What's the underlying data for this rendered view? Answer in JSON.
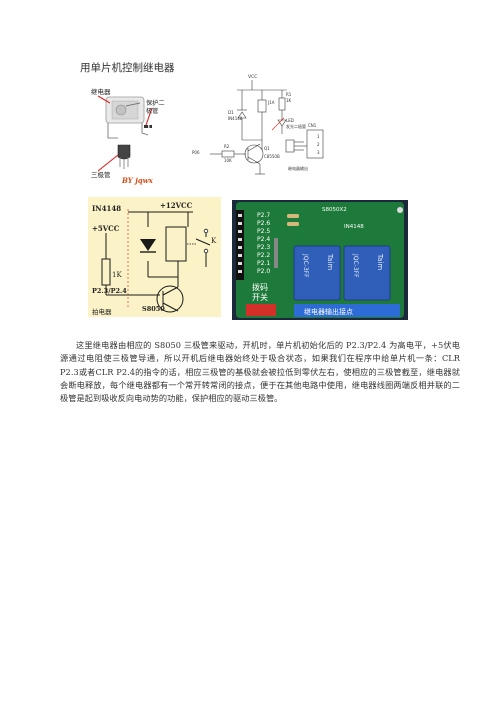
{
  "title": "用单片机控制继电器",
  "photo_diagram": {
    "relay_label": "继电器",
    "protect_label_1": "保护二",
    "protect_label_2": "极管",
    "transistor_label": "三极管",
    "signature": "BY jqwx"
  },
  "schematic": {
    "vcc": "VCC",
    "r1": "R1",
    "r1_value": "1K",
    "led": "LED",
    "led_desc": "发光二极管",
    "diode": "D1",
    "diode_part": "IN4148",
    "p1_label": "J1A",
    "pin": "P06",
    "r2": "R2",
    "r2_value": "10K",
    "q1": "Q1",
    "q1_part": "C8550B",
    "con": "CN1",
    "con_pins": [
      "1",
      "2",
      "3"
    ],
    "output_label": "继电器输出"
  },
  "circuit": {
    "diode": "IN4148",
    "vcc12": "+12VCC",
    "vcc5": "+5VCC",
    "resistor": "1K",
    "k": "K",
    "port": "P2.3/P2.4",
    "transistor": "S8050",
    "label": "拍电器"
  },
  "board": {
    "part": "S8050X2",
    "diode": "IN4148",
    "pins": [
      "P2.7",
      "P2.6",
      "P2.5",
      "P2.4",
      "P2.3",
      "P2.2",
      "P2.1",
      "P2.0"
    ],
    "switch_line1": "拨码",
    "switch_line2": "开关",
    "terminal_label": "继电器输出接点",
    "relay_model": "JQC-3FF",
    "relay_brand": "Taim"
  },
  "paragraph": "这里继电器由相应的 S8050 三极管来驱动，开机时，单片机初始化后的 P2.3/P2.4 为高电平，+5伏电源通过电阻使三极管导通，所以开机后继电器始终处于吸合状态，如果我们在程序中给单片机一条：CLR P2.3或者CLR P2.4的指令的话，相应三极管的基极就会被拉低到零伏左右，使相应的三极管截至，继电器就会断电释放，每个继电器都有一个常开转常闭的接点，便于在其他电路中使用，继电器线圈两端反相并联的二极管是起到吸收反向电动势的功能，保护相应的驱动三极管。",
  "colors": {
    "text": "#333333",
    "circuit_bg": "#fbf3c7",
    "pcb": "#1e7a3a",
    "relay": "#2f5fb8",
    "terminal": "#2d6cd6",
    "signature": "#d94c1a"
  }
}
